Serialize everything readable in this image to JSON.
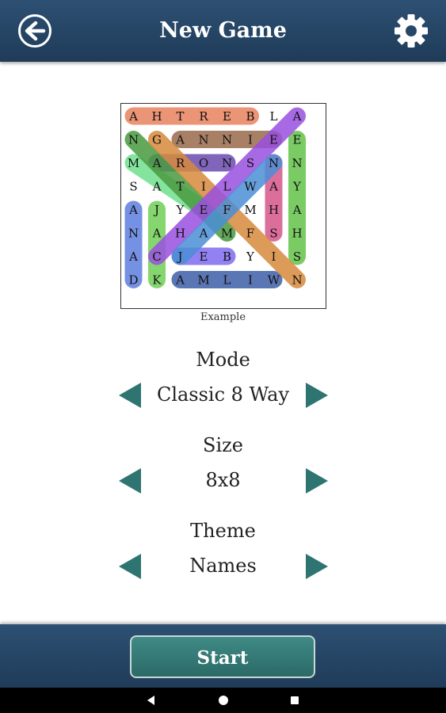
{
  "header": {
    "title": "New Game",
    "back_icon": "back-arrow-icon",
    "settings_icon": "gear-icon"
  },
  "example": {
    "caption": "Example",
    "grid": [
      [
        "A",
        "H",
        "T",
        "R",
        "E",
        "B",
        "L",
        "A"
      ],
      [
        "N",
        "G",
        "A",
        "N",
        "N",
        "I",
        "E",
        "E"
      ],
      [
        "M",
        "A",
        "R",
        "O",
        "N",
        "S",
        "N",
        "N"
      ],
      [
        "S",
        "A",
        "T",
        "I",
        "L",
        "W",
        "A",
        "Y"
      ],
      [
        "A",
        "J",
        "Y",
        "E",
        "F",
        "M",
        "H",
        "A"
      ],
      [
        "N",
        "A",
        "H",
        "A",
        "M",
        "F",
        "S",
        "H"
      ],
      [
        "A",
        "C",
        "J",
        "E",
        "B",
        "Y",
        "I",
        "S"
      ],
      [
        "D",
        "K",
        "A",
        "M",
        "L",
        "I",
        "W",
        "N"
      ]
    ],
    "highlights": [
      {
        "word": "ALBERTHA",
        "from": [
          0,
          5
        ],
        "to": [
          0,
          0
        ],
        "color": "#e8825f"
      },
      {
        "word": "ANNIE",
        "from": [
          1,
          6
        ],
        "to": [
          1,
          2
        ],
        "color": "#9a6a4c"
      },
      {
        "word": "ARON",
        "from": [
          2,
          1
        ],
        "to": [
          2,
          4
        ],
        "color": "#6a4bb0"
      },
      {
        "word": "WILMA",
        "from": [
          7,
          6
        ],
        "to": [
          7,
          2
        ],
        "color": "#3f5fa8"
      },
      {
        "word": "JEB",
        "from": [
          6,
          2
        ],
        "to": [
          6,
          4
        ],
        "color": "#7e6cf0"
      },
      {
        "word": "ENYAHS",
        "from": [
          1,
          7
        ],
        "to": [
          6,
          7
        ],
        "color": "#63c24a"
      },
      {
        "word": "NNHS",
        "from": [
          2,
          6
        ],
        "to": [
          5,
          6
        ],
        "color": "#d6558a"
      },
      {
        "word": "ANAD",
        "from": [
          4,
          0
        ],
        "to": [
          7,
          0
        ],
        "color": "#5d7ee0"
      },
      {
        "word": "JACK",
        "from": [
          4,
          1
        ],
        "to": [
          7,
          1
        ],
        "color": "#72cf57"
      },
      {
        "word": "MAYE",
        "from": [
          2,
          0
        ],
        "to": [
          4,
          3
        ],
        "color": "#6fe08e"
      },
      {
        "word": "NGANN",
        "from": [
          1,
          0
        ],
        "to": [
          5,
          4
        ],
        "color": "#4a9a40"
      },
      {
        "word": "GAILEMIN",
        "from": [
          1,
          1
        ],
        "to": [
          7,
          7
        ],
        "color": "#d68a3d"
      },
      {
        "word": "ALSILEHC",
        "from": [
          0,
          7
        ],
        "to": [
          6,
          1
        ],
        "color": "#9a4fe0"
      },
      {
        "word": "CFMA",
        "from": [
          6,
          2
        ],
        "to": [
          2,
          6
        ],
        "color": "#4b8fd6"
      }
    ]
  },
  "options": [
    {
      "label": "Mode",
      "value": "Classic 8 Way"
    },
    {
      "label": "Size",
      "value": "8x8"
    },
    {
      "label": "Theme",
      "value": "Names"
    }
  ],
  "colors": {
    "arrow": "#2e7470",
    "bar": "#244465",
    "start": "#357a76"
  },
  "start_label": "Start",
  "nav": [
    "back-triangle-icon",
    "home-circle-icon",
    "recents-square-icon"
  ]
}
